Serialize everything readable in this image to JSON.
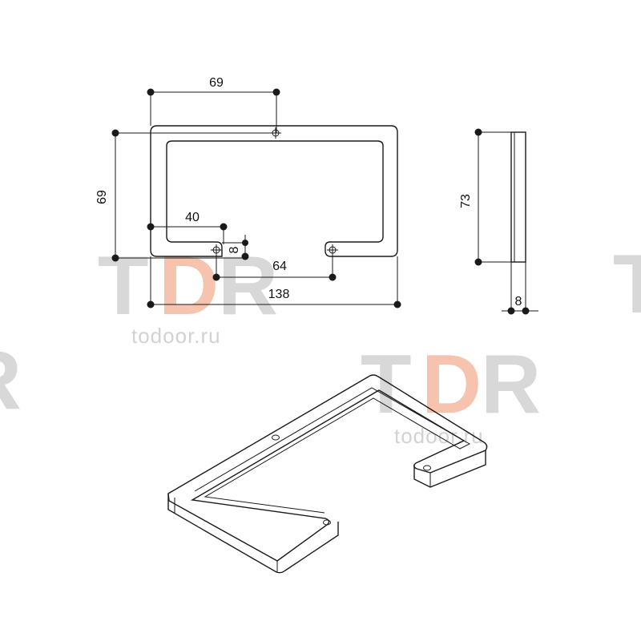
{
  "dimensions": {
    "top_width": "69",
    "left_height": "69",
    "inner_offset": "40",
    "slot_height": "8",
    "hole_spacing": "64",
    "overall_width": "138",
    "side_height": "73",
    "side_thickness": "8"
  },
  "watermark": {
    "brand_t": "T",
    "brand_d": "D",
    "brand_r": "R",
    "site": "todoor.ru",
    "color_gray": "#d8d8d8",
    "color_accent": "#f6c3ae"
  }
}
